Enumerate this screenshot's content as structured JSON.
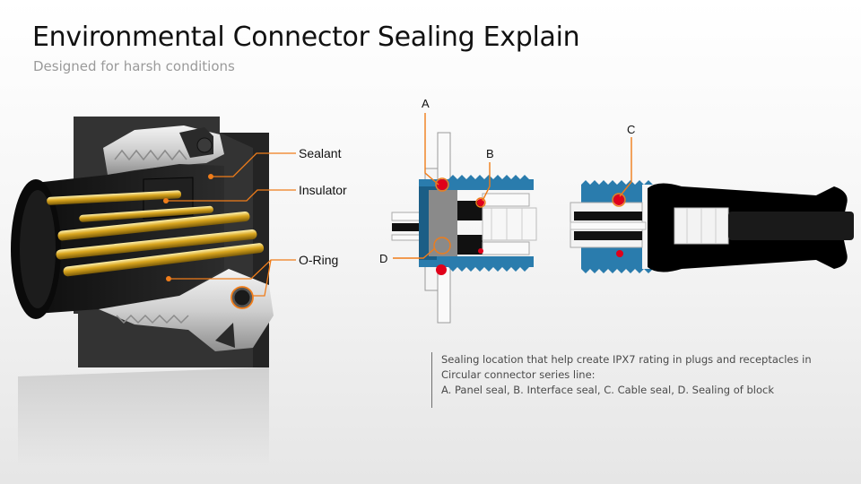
{
  "header": {
    "title": "Environmental Connector Sealing Explain",
    "subtitle": "Designed for harsh conditions"
  },
  "callouts": {
    "sealant": "Sealant",
    "insulator": "Insulator",
    "o_ring": "O-Ring"
  },
  "locations": {
    "a": "A",
    "b": "B",
    "c": "C",
    "d": "D"
  },
  "note": {
    "line1": "Sealing location that help create  IPX7 rating in plugs and receptacles in",
    "line2": "Circular connector series line:",
    "line3": "A. Panel seal, B. Interface seal, C. Cable seal, D. Sealing of block"
  },
  "colors": {
    "accent_orange": "#f07d1a",
    "seal_red": "#e0001a",
    "thread_blue": "#2a7cad",
    "body_black": "#1a1a1a",
    "pin_gold": "#d9a51e"
  }
}
